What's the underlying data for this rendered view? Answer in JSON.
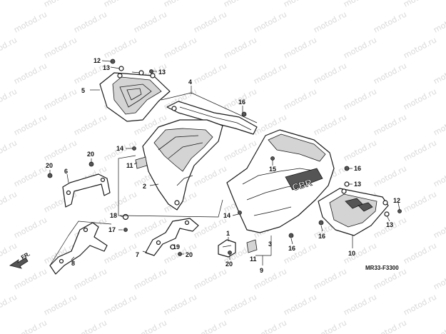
{
  "watermark": {
    "text": "motod.ru"
  },
  "diagram_code": "MR33-F3300",
  "front_marker": "FR.",
  "fairing_logo": "CBR",
  "callouts": {
    "c1": "1",
    "c2": "2",
    "c3": "3",
    "c4": "4",
    "c5": "5",
    "c6": "6",
    "c7": "7",
    "c8": "8",
    "c9": "9",
    "c10": "10",
    "c11a": "11",
    "c11b": "11",
    "c12a": "12",
    "c12b": "12",
    "c13a": "13",
    "c13b": "13",
    "c13c": "13",
    "c13d": "13",
    "c14a": "14",
    "c14b": "14",
    "c15": "15",
    "c16a": "16",
    "c16b": "16",
    "c16c": "16",
    "c16d": "16",
    "c17": "17",
    "c18": "18",
    "c19": "19",
    "c20a": "20",
    "c20b": "20",
    "c20c": "20",
    "c20d": "20"
  },
  "colors": {
    "line": "#1a1a1a",
    "shade": "#d4d4d4",
    "watermark": "#d9d9d9"
  }
}
